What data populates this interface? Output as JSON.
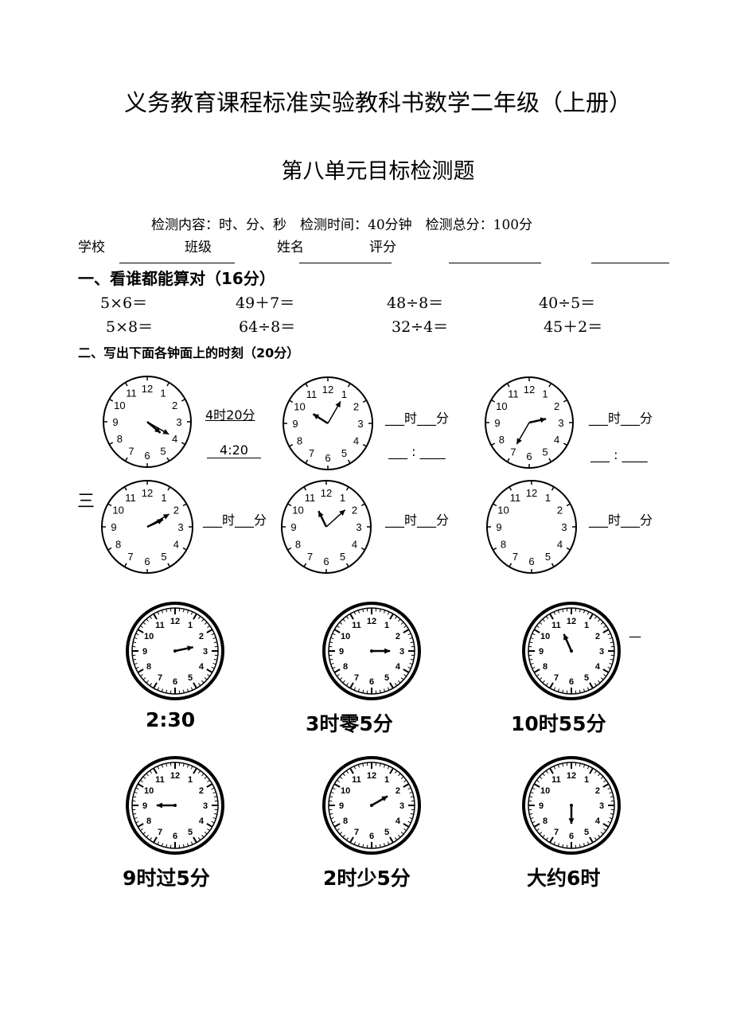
{
  "header": {
    "title": "义务教育课程标准实验教科书数学二年级（上册）",
    "subtitle": "第八单元目标检测题",
    "info": "检测内容：时、分、秒　检测时间：40分钟　检测总分：100分",
    "fields": [
      "学校",
      "班级",
      "姓名",
      "评分"
    ]
  },
  "section1": {
    "heading": "一、看谁都能算对（16分）",
    "row1": [
      "5×6＝",
      "49＋7＝",
      "48÷8＝",
      "40÷5＝"
    ],
    "row2": [
      "5×8＝",
      "64÷8＝",
      "32÷4＝",
      "45＋2＝"
    ]
  },
  "section2": {
    "heading": "二、写出下面各钟面上的时刻（20分）",
    "example_answer": "4时20分",
    "example_digital": "4:20",
    "blank_answer": "___时___分",
    "blank_digital": "___ : ____",
    "clocks": [
      {
        "hour": 4,
        "minute": 20
      },
      {
        "hour": 10,
        "minute": 5
      },
      {
        "hour": 2,
        "minute": 35
      },
      {
        "hour": 2,
        "minute": 10
      },
      {
        "hour": 11,
        "minute": 8
      },
      {
        "hour": null,
        "minute": null
      }
    ]
  },
  "section3": {
    "heading": "三",
    "trailing_mark": "—",
    "clocks": [
      {
        "caption": "2:30",
        "hand_toward": 2.6
      },
      {
        "caption": "3时零5分",
        "hand_toward": 3
      },
      {
        "caption": "10时55分",
        "hand_toward": 11.2
      },
      {
        "caption": "9时过5分",
        "hand_toward": 9
      },
      {
        "caption": "2时少5分",
        "hand_toward": 2
      },
      {
        "caption": "大约6时",
        "hand_toward": 6
      }
    ]
  }
}
